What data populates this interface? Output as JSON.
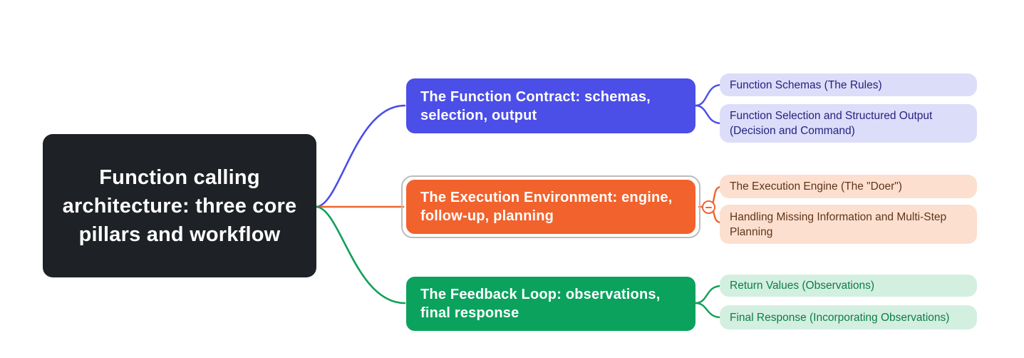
{
  "canvas": {
    "background": "#ffffff"
  },
  "root": {
    "label": "Function calling architecture: three core pillars and workflow",
    "bg_color": "#1e2125",
    "text_color": "#ffffff"
  },
  "branches": [
    {
      "label": "The Function Contract: schemas, selection, output",
      "color": "#4b4ee7",
      "child_bg": "#dcddf9",
      "child_text_color": "#262280",
      "selected": false,
      "children": [
        {
          "label": "Function Schemas (The Rules)"
        },
        {
          "label": "Function Selection and Structured Output (Decision and Command)"
        }
      ]
    },
    {
      "label": "The Execution Environment: engine, follow-up, planning",
      "color": "#f2622c",
      "child_bg": "#fcdfcf",
      "child_text_color": "#60351b",
      "selected": true,
      "selection_outline_color": "#bcbcbc",
      "collapse_button": "minus",
      "children": [
        {
          "label": "The Execution Engine (The \"Doer\")"
        },
        {
          "label": "Handling Missing Information and Multi-Step Planning"
        }
      ]
    },
    {
      "label": "The Feedback Loop: observations, final response",
      "color": "#0ba25e",
      "child_bg": "#d3efe0",
      "child_text_color": "#0d7c49",
      "selected": false,
      "children": [
        {
          "label": "Return Values (Observations)"
        },
        {
          "label": "Final Response (Incorporating Observations)"
        }
      ]
    }
  ]
}
